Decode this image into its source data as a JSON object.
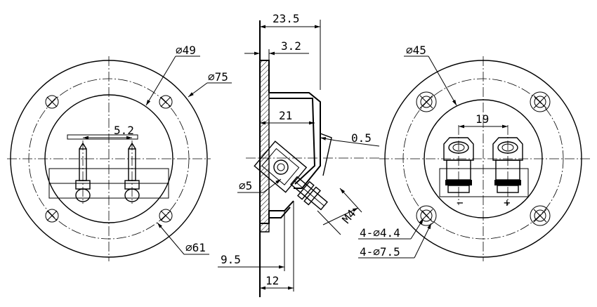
{
  "dimensions": {
    "flange_thickness": "23.5",
    "wall_thickness": "3.2",
    "inner_depth": "21",
    "clearance": "0.5",
    "thread": "M4",
    "pin_dia": "⌀5",
    "base_width": "12",
    "base_offset": "9.5",
    "left_inner_dia": "⌀49",
    "left_outer_dia": "⌀75",
    "left_bolt_circle": "⌀61",
    "left_pin_spacing": "5.2",
    "right_inner_dia": "⌀45",
    "right_post_spacing": "19",
    "hole_small": "4-⌀4.4",
    "hole_large": "4-⌀7.5",
    "polarity_neg": "−",
    "polarity_pos": "+"
  }
}
